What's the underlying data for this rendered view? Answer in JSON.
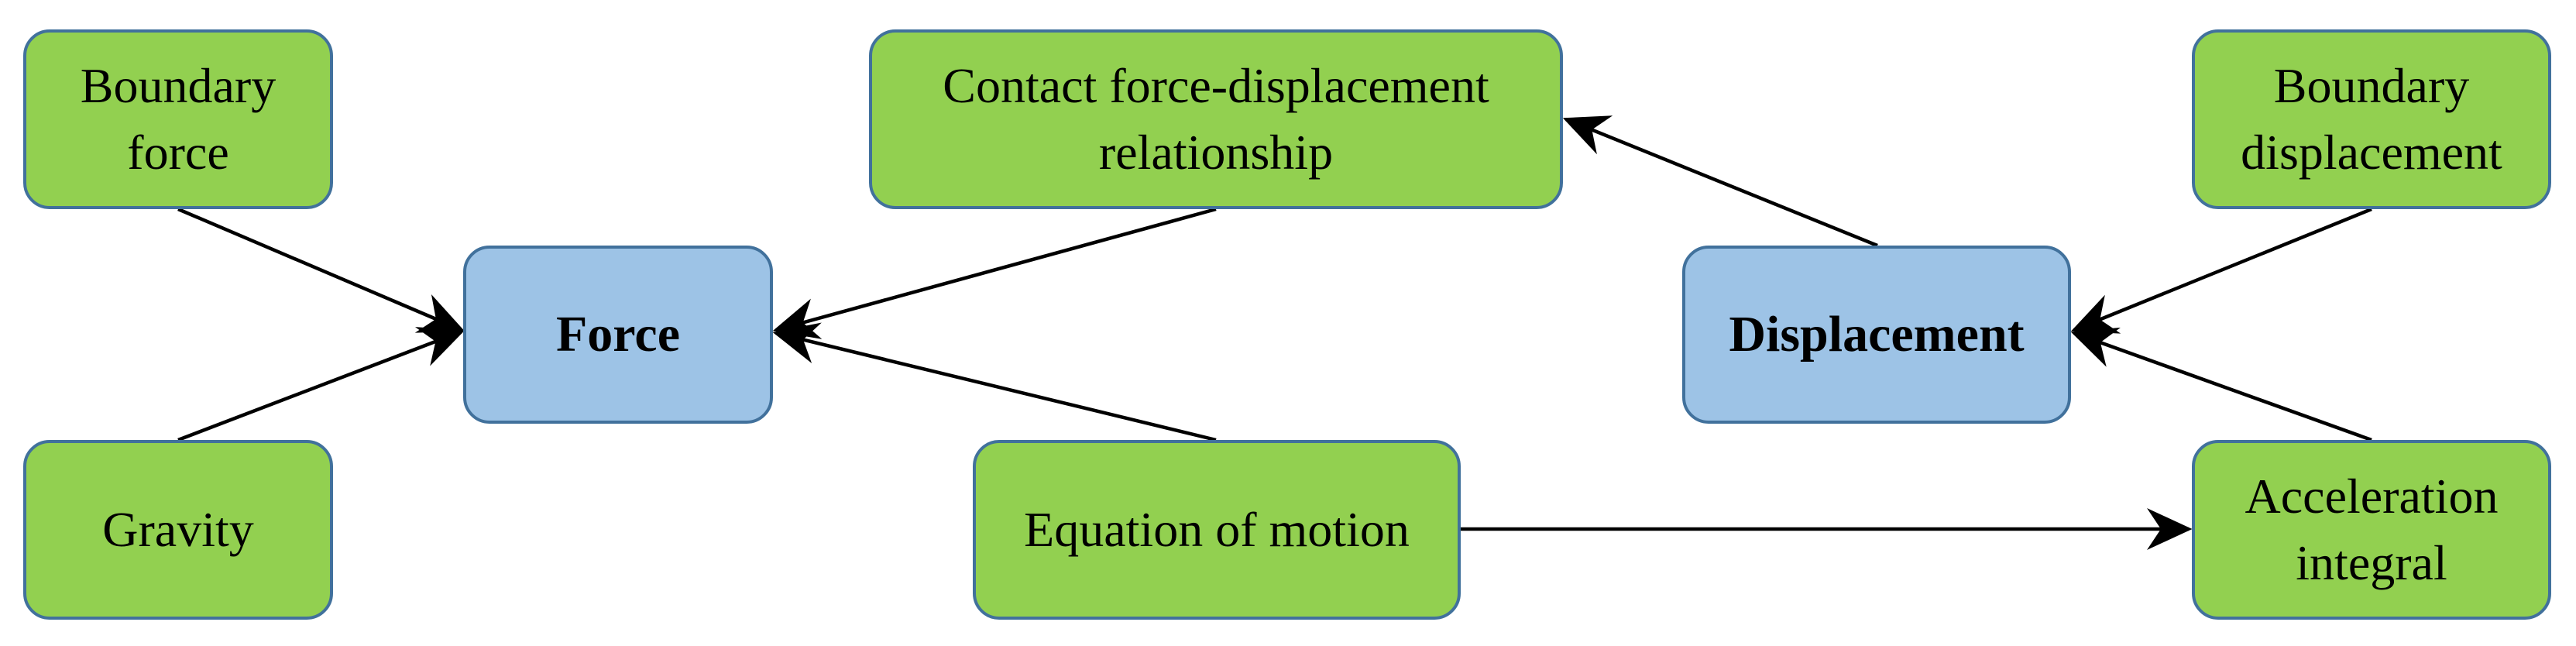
{
  "nodes": {
    "boundary_force": "Boundary\nforce",
    "gravity": "Gravity",
    "force": "Force",
    "contact": "Contact force-displacement\nrelationship",
    "equation": "Equation of motion",
    "displacement": "Displacement",
    "boundary_displacement": "Boundary\ndisplacement",
    "acceleration": "Acceleration\nintegral"
  },
  "edges": [
    {
      "from": "Boundary force",
      "to": "Force"
    },
    {
      "from": "Gravity",
      "to": "Force"
    },
    {
      "from": "Contact force-displacement relationship",
      "to": "Force"
    },
    {
      "from": "Equation of motion",
      "to": "Force"
    },
    {
      "from": "Displacement",
      "to": "Contact force-displacement relationship"
    },
    {
      "from": "Boundary displacement",
      "to": "Displacement"
    },
    {
      "from": "Acceleration integral",
      "to": "Displacement"
    },
    {
      "from": "Equation of motion",
      "to": "Acceleration integral"
    }
  ],
  "colors": {
    "green_fill": "#92d050",
    "blue_fill": "#9dc3e6",
    "border": "#41719c",
    "arrow": "#000000"
  }
}
